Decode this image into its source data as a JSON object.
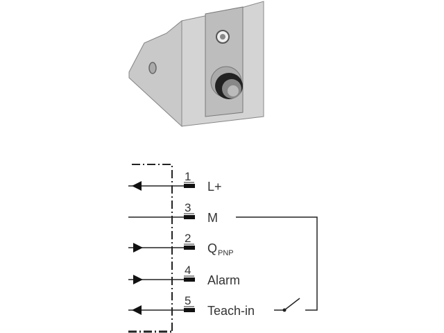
{
  "device": {
    "name": "sensor-with-mounting-bracket-connector"
  },
  "pins": [
    {
      "number": "1",
      "label": "L+",
      "sub": "",
      "direction": "in"
    },
    {
      "number": "3",
      "label": "M",
      "sub": "",
      "direction": "none"
    },
    {
      "number": "2",
      "label": "Q",
      "sub": "PNP",
      "direction": "out"
    },
    {
      "number": "4",
      "label": "Alarm",
      "sub": "",
      "direction": "out"
    },
    {
      "number": "5",
      "label": "Teach-in",
      "sub": "",
      "direction": "in"
    }
  ],
  "colors": {
    "line": "#222222",
    "text": "#333333",
    "housing": "#d4d4d4",
    "panel": "#bdbdbd"
  }
}
